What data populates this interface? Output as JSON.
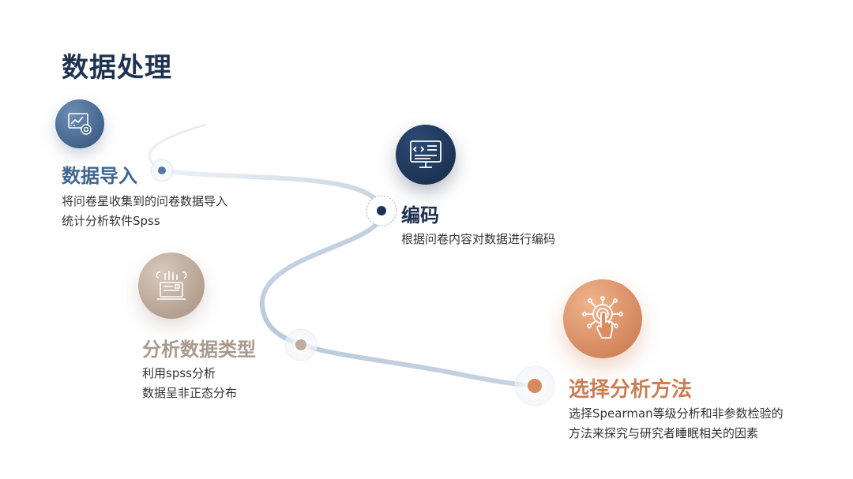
{
  "title": "数据处理",
  "steps": [
    {
      "heading": "数据导入",
      "lines": [
        "将问卷星收集到的问卷数据导入",
        "统计分析软件Spss"
      ],
      "icon": "chart-analysis-icon",
      "color": "#3f6690"
    },
    {
      "heading": "编码",
      "lines": [
        "根据问卷内容对数据进行编码"
      ],
      "icon": "code-monitor-icon",
      "color": "#1a2f4f"
    },
    {
      "heading": "分析数据类型",
      "lines": [
        "利用spss分析",
        "数据呈非正态分布"
      ],
      "icon": "data-laptop-icon",
      "color": "#a89a8c"
    },
    {
      "heading": "选择分析方法",
      "lines": [
        "选择Spearman等级分析和非参数检验的",
        "方法来探究与研究者睡眠相关的因素"
      ],
      "icon": "touch-network-icon",
      "color": "#c97d55"
    }
  ]
}
